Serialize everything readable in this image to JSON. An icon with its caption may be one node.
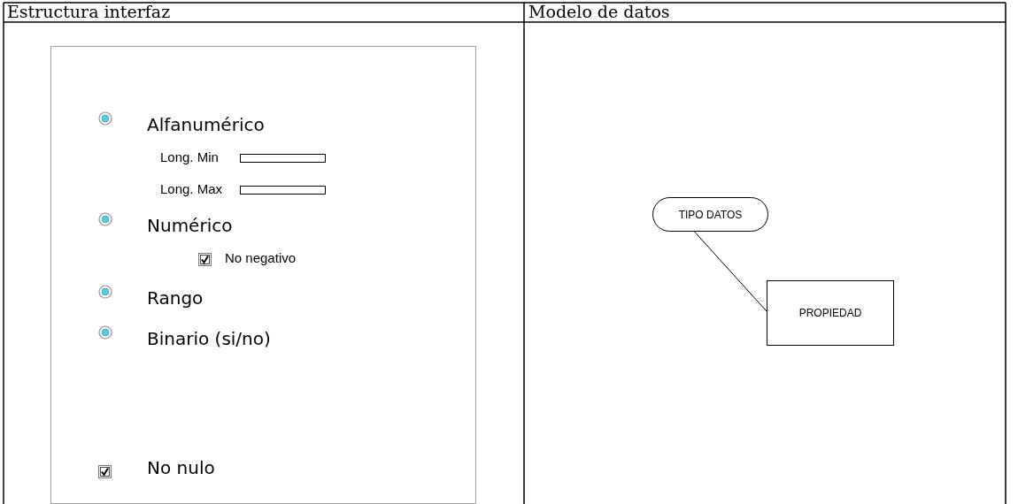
{
  "diagram": {
    "nodes": [
      {
        "text": [
          "Alfanumérico",
          "Long. Min",
          "Long. Max",
          "Numérico",
          "No negativo",
          "Rango",
          "Binario (si/no)",
          "No nulo"
        ]
      },
      {
        "text": [
          "TIPO DATOS"
        ]
      },
      {
        "text": [
          "PROPIEDAD"
        ]
      }
    ],
    "edges": [
      {
        "from": 1,
        "to": 2,
        "arrow": "none"
      }
    ],
    "labels": [
      "Estructura interfaz",
      "Modelo de datos"
    ]
  }
}
